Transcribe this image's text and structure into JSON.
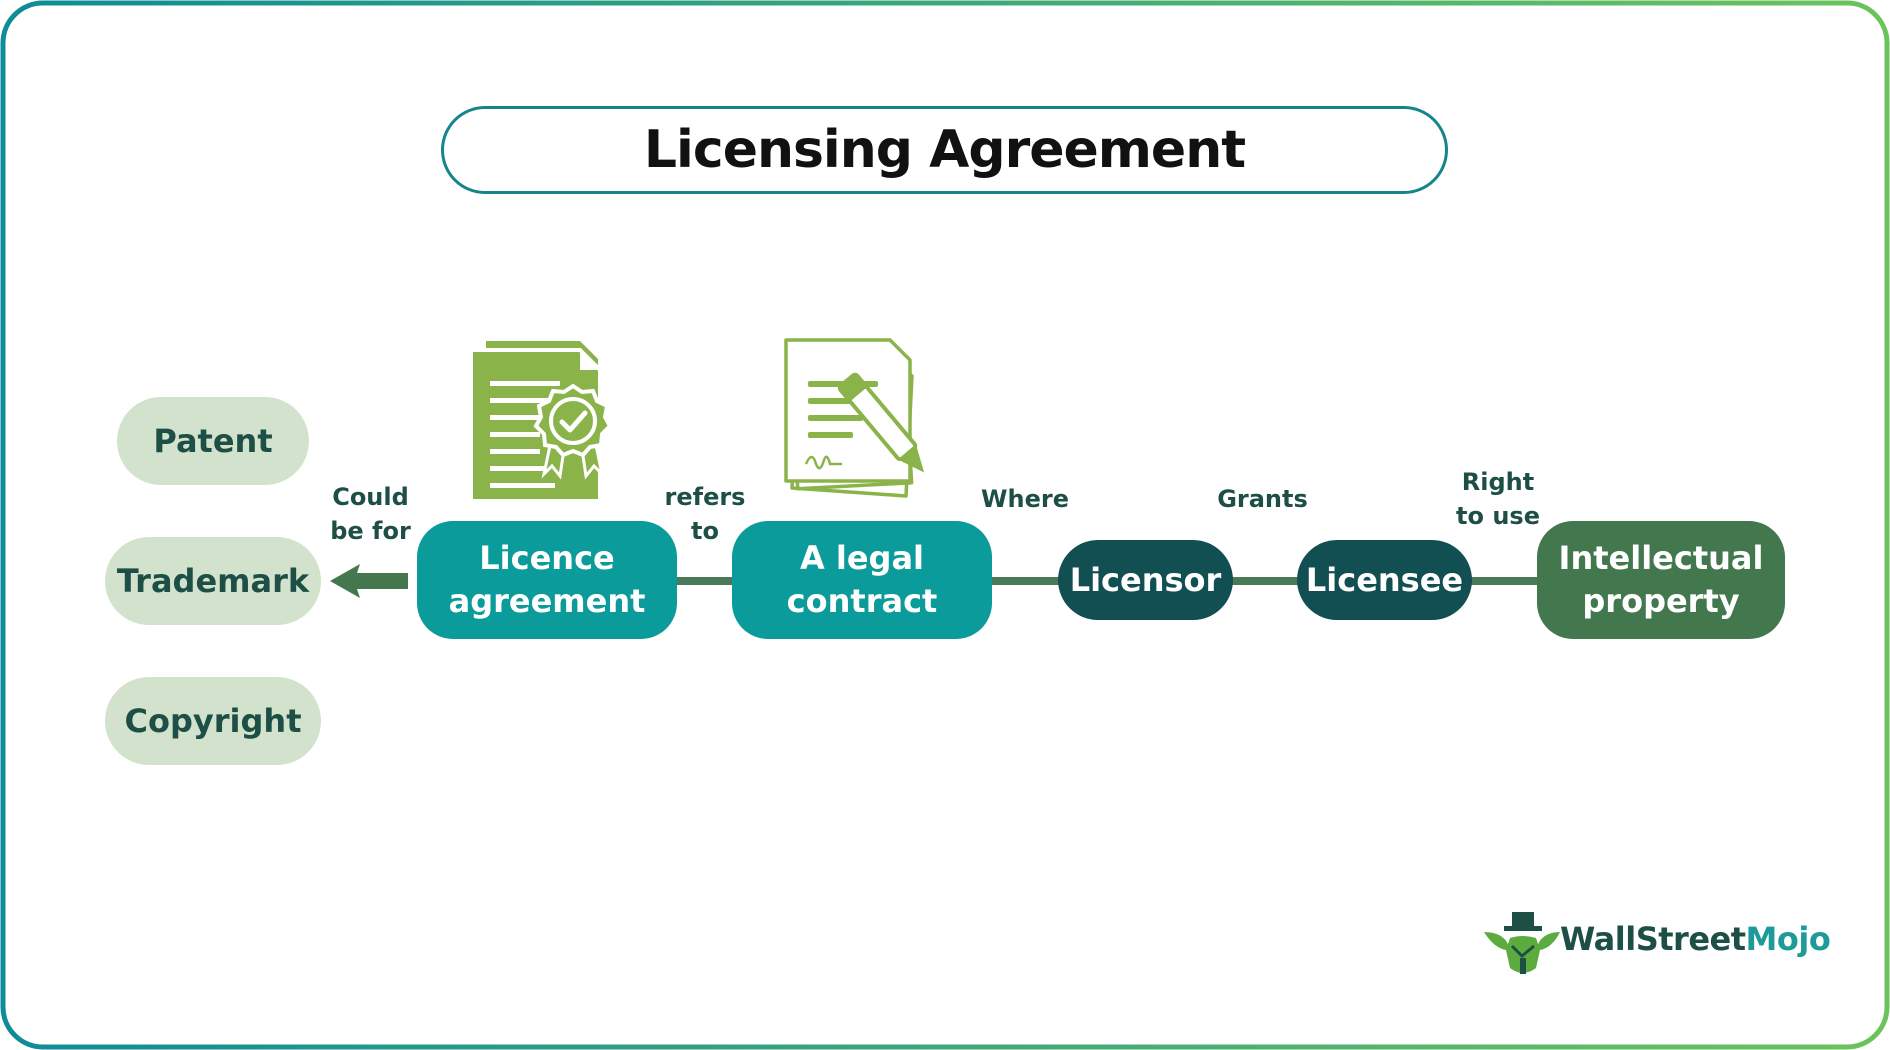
{
  "title": "Licensing Agreement",
  "types": [
    "Patent",
    "Trademark",
    "Copyright"
  ],
  "nodes": {
    "licence_agreement": [
      "Licence",
      "agreement"
    ],
    "legal_contract": [
      "A legal",
      "contract"
    ],
    "licensor": "Licensor",
    "licensee": "Licensee",
    "intellectual_property": [
      "Intellectual",
      "property"
    ]
  },
  "connectors": {
    "could_be_for": [
      "Could",
      "be for"
    ],
    "refers_to": [
      "refers",
      "to"
    ],
    "where": "Where",
    "grants": "Grants",
    "right_to_use": [
      "Right",
      "to use"
    ]
  },
  "logo": {
    "text_part1": "WallStreet",
    "text_part2": "Mojo"
  },
  "colors": {
    "frame_gradient_start": "#0e8c97",
    "frame_gradient_end": "#6cc35c",
    "teal": "#0c9b9b",
    "dark_teal": "#124f52",
    "green": "#43774d",
    "light_green": "#d3e2cc",
    "icon_green": "#8ab44a",
    "text_dark": "#1e4f47"
  },
  "icons": [
    "certificate-icon",
    "contract-signing-icon",
    "left-arrow-icon",
    "wallstreetmojo-logo-icon"
  ]
}
